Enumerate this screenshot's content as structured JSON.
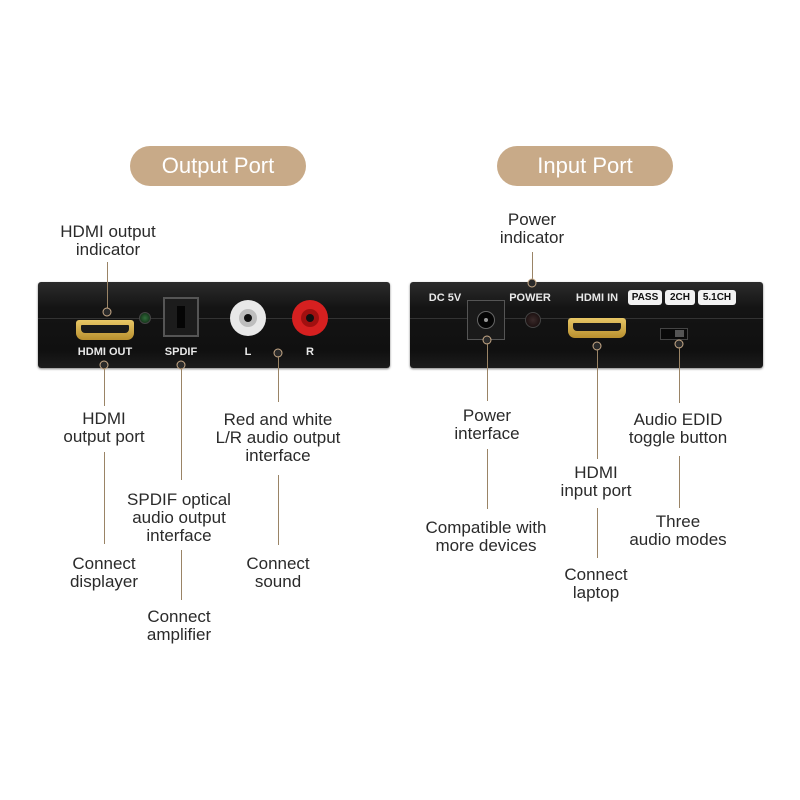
{
  "sections": {
    "output": "Output Port",
    "input": "Input Port"
  },
  "device_output": {
    "hdmi_out": "HDMI OUT",
    "spdif": "SPDIF",
    "left": "L",
    "right": "R"
  },
  "device_input": {
    "dc5v": "DC 5V",
    "power": "POWER",
    "hdmi_in": "HDMI IN",
    "modes": [
      "PASS",
      "2CH",
      "5.1CH"
    ]
  },
  "labels": {
    "hdmi_output_indicator": "HDMI output\nindicator",
    "hdmi_output_port": "HDMI\noutput port",
    "connect_displayer": "Connect\ndisplayer",
    "spdif_interface": "SPDIF optical\naudio output\ninterface",
    "connect_amplifier": "Connect\namplifier",
    "rl_audio": "Red and white\nL/R audio output\ninterface",
    "connect_sound": "Connect\nsound",
    "power_indicator": "Power\nindicator",
    "power_interface": "Power\ninterface",
    "compatible": "Compatible with\nmore devices",
    "hdmi_input_port": "HDMI\ninput port",
    "connect_laptop": "Connect\nlaptop",
    "audio_edid": "Audio EDID\ntoggle button",
    "three_modes": "Three\naudio modes"
  },
  "colors": {
    "accent": "#c8aa88",
    "device": "#141414",
    "hdmi_gold": "#d4b04e",
    "rca_red": "#d62020",
    "rca_white": "#f0f0f0"
  }
}
